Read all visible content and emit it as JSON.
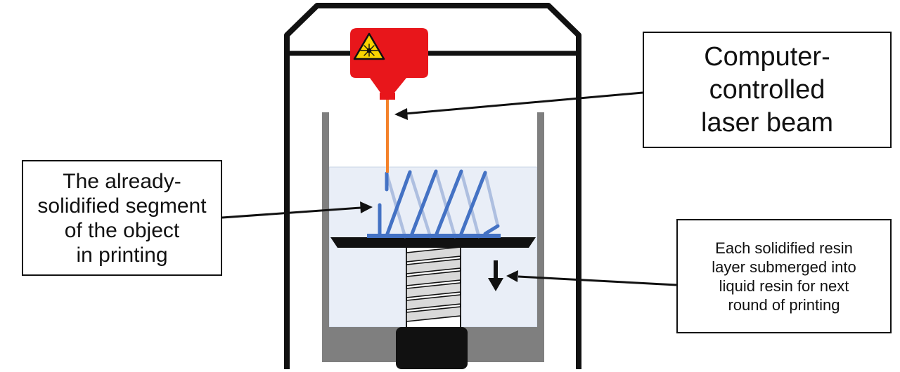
{
  "callouts": {
    "laser_beam": {
      "lines": [
        "Computer-",
        "controlled",
        "laser beam"
      ]
    },
    "solidified_segment": {
      "lines": [
        "The already-",
        "solidified segment",
        "of the object",
        "in printing"
      ]
    },
    "submerged_layer": {
      "lines": [
        "Each solidified resin",
        "layer submerged into",
        "liquid resin for next",
        "round of printing"
      ]
    }
  },
  "colors": {
    "laser_head": "#e8161b",
    "laser_beam": "#f4822a",
    "resin": "#e9eef7",
    "solidified_object": "#4472c4",
    "object_shadow": "#aebfe0",
    "vat_wall": "#7f7f7f",
    "outline": "#111111"
  },
  "icons": {
    "laser_warning": "laser-warning-icon",
    "down_arrow": "down-arrow-icon"
  }
}
